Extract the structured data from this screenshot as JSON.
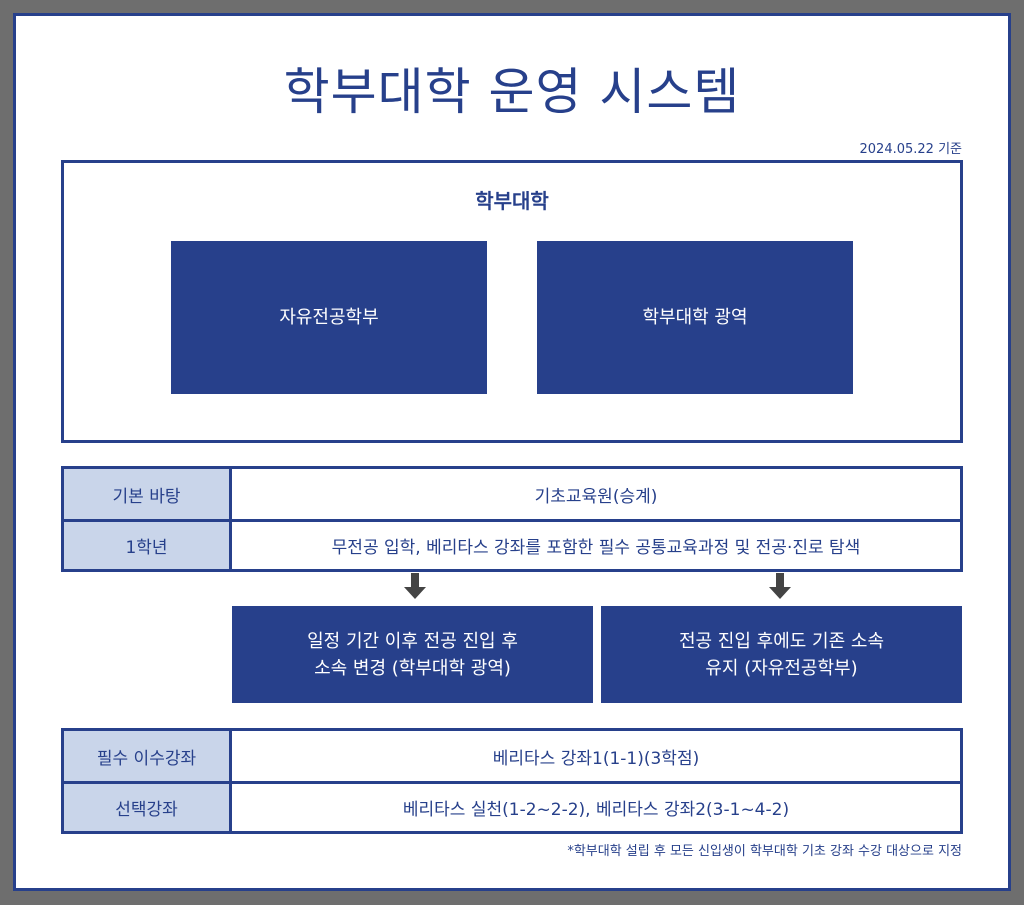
{
  "title": "학부대학 운영 시스템",
  "date": "2024.05.22 기준",
  "org": {
    "title": "학부대학",
    "units": [
      "자유전공학부",
      "학부대학 광역"
    ]
  },
  "table1": [
    {
      "label": "기본 바탕",
      "value": "기초교육원(승계)"
    },
    {
      "label": "1학년",
      "value": "무전공 입학, 베리타스 강좌를 포함한 필수 공통교육과정 및 전공·진로 탐색"
    }
  ],
  "paths": [
    {
      "line1": "일정 기간 이후 전공 진입 후",
      "line2": "소속 변경 (학부대학 광역)"
    },
    {
      "line1": "전공 진입 후에도 기존 소속",
      "line2": "유지 (자유전공학부)"
    }
  ],
  "table2": [
    {
      "label": "필수 이수강좌",
      "value": "베리타스 강좌1(1-1)(3학점)"
    },
    {
      "label": "선택강좌",
      "value": "베리타스 실천(1-2~2-2), 베리타스 강좌2(3-1~4-2)"
    }
  ],
  "footnote": "*학부대학 설립 후 모든 신입생이 학부대학 기초 강좌 수강 대상으로 지정",
  "colors": {
    "navy": "#27408b",
    "label_bg": "#c9d5ea",
    "arrow": "#444444"
  }
}
